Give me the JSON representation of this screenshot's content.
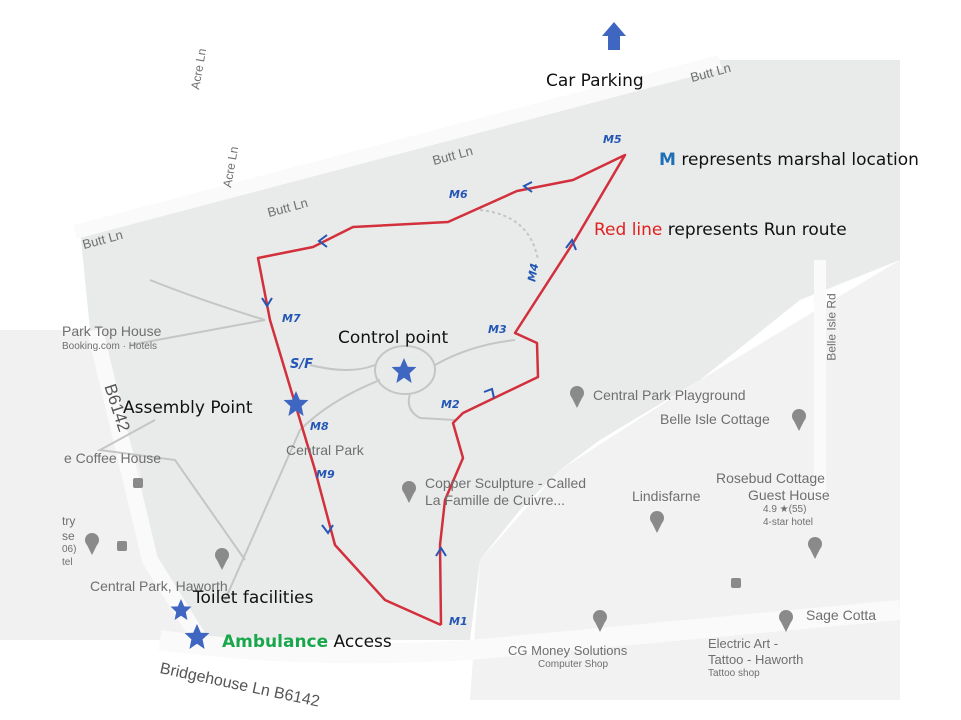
{
  "annotations": {
    "car_parking": "Car Parking",
    "marshal_legend_prefix": "M",
    "marshal_legend_text": " represents marshal location",
    "route_legend_prefix": "Red line",
    "route_legend_text": " represents Run route",
    "control_point": "Control point",
    "assembly_point": "Assembly Point",
    "toilet": "Toilet facilities",
    "ambulance_prefix": "Ambulance",
    "ambulance_text": " Access"
  },
  "colors": {
    "route": "#d2303c",
    "star": "#3f66c0",
    "marshal": "#1f6fb5",
    "red_text": "#e02020",
    "green_text": "#1aa64a"
  },
  "marshals": [
    "M1",
    "M2",
    "M3",
    "M4",
    "M5",
    "M6",
    "M7",
    "S/F",
    "M8",
    "M9"
  ],
  "map_labels": {
    "butt_ln_1": "Butt Ln",
    "butt_ln_2": "Butt Ln",
    "butt_ln_3": "Butt Ln",
    "butt_ln_4": "Butt Ln",
    "acre_ln_1": "Acre Ln",
    "acre_ln_2": "Acre Ln",
    "belle_isle_rd": "Belle Isle Rd",
    "b6142": "B6142",
    "park_top_house": "Park Top House",
    "park_top_sub": "Booking.com · Hotels",
    "coffee_house": "e Coffee House",
    "central_park": "Central Park",
    "central_park_haworth": "Central Park, Haworth",
    "copper_sculpture": "Copper Sculpture - Called",
    "copper_sculpture_2": "La Famille de Cuivre...",
    "playground": "Central Park Playground",
    "belle_isle_cottage": "Belle Isle Cottage",
    "rosebud": "Rosebud Cottage",
    "rosebud_2": "Guest House",
    "rosebud_rating": "4.9 ★(55)",
    "rosebud_type": "4-star hotel",
    "lindisfarne": "Lindisfarne",
    "sage": "Sage Cotta",
    "cg_money": "CG Money Solutions",
    "cg_money_sub": "Computer Shop",
    "electric_art": "Electric Art -",
    "electric_art_2": "Tattoo - Haworth",
    "electric_art_sub": "Tattoo shop",
    "bridgehouse": "Bridgehouse Ln B6142",
    "left_try": "try",
    "left_se": "se",
    "left_06": "06)",
    "left_tel": "tel"
  }
}
